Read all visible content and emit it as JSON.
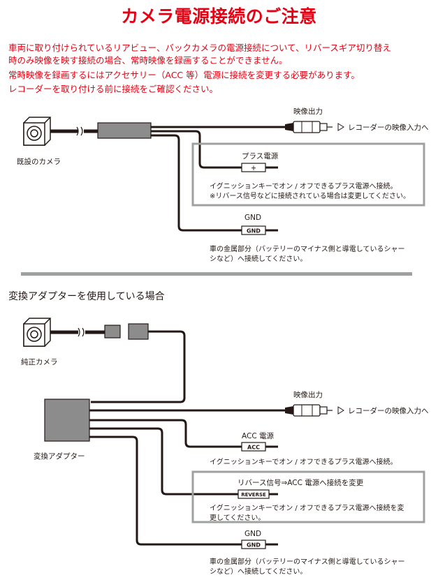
{
  "title": "カメラ電源接続のご注意",
  "notes": [
    "車両に取り付けられているリアビュー、バックカメラの電源接続について、リバースギア切り替え",
    "時のみ映像を映す接続の場合、常時映像を録画することができません。",
    "常時映像を録画するにはアクセサリー（ACC 等）電源に接続を変更する必要があります。",
    "レコーダーを取り付ける前に接続をご確認ください。"
  ],
  "diagram1": {
    "camera_label": "既設のカメラ",
    "video_out_label": "映像出力",
    "recorder_label": "レコーダーの映像入力へ",
    "plus_power_label": "プラス電源",
    "plus_tag": "＋",
    "plus_note1": "イグニッションキーでオン / オフできるプラス電源へ接続。",
    "plus_note2": "※リバース信号などに接続されている場合は変更してください。",
    "gnd_label": "GND",
    "gnd_tag": "GND",
    "gnd_note1": "車の金属部分（バッテリーのマイナス側と導電しているシャー",
    "gnd_note2": "シなど）へ接続してください。"
  },
  "section_title": "変換アダプターを使用している場合",
  "diagram2": {
    "camera_label": "純正カメラ",
    "adapter_label": "変換アダプター",
    "video_out_label": "映像出力",
    "recorder_label": "レコーダーの映像入力へ",
    "acc_label": "ACC 電源",
    "acc_tag": "ACC",
    "acc_note": "イグニッションキーでオン / オフできるプラス電源へ接続。",
    "reverse_label": "リバース信号⇒ACC 電源へ接続を変更",
    "reverse_tag": "REVERSE",
    "reverse_note1": "イグニッションキーでオン / オフできるプラス電源へ接続を変",
    "reverse_note2": "更してください。",
    "gnd_label": "GND",
    "gnd_tag": "GND",
    "gnd_note1": "車の金属部分（バッテリーのマイナス側と導電しているシャー",
    "gnd_note2": "シなど）へ接続してください。"
  },
  "colors": {
    "title": "#e60012",
    "notes": "#e60012",
    "wire": "#231815",
    "box": "#8c8c8c",
    "frame": "#9fa0a0"
  }
}
